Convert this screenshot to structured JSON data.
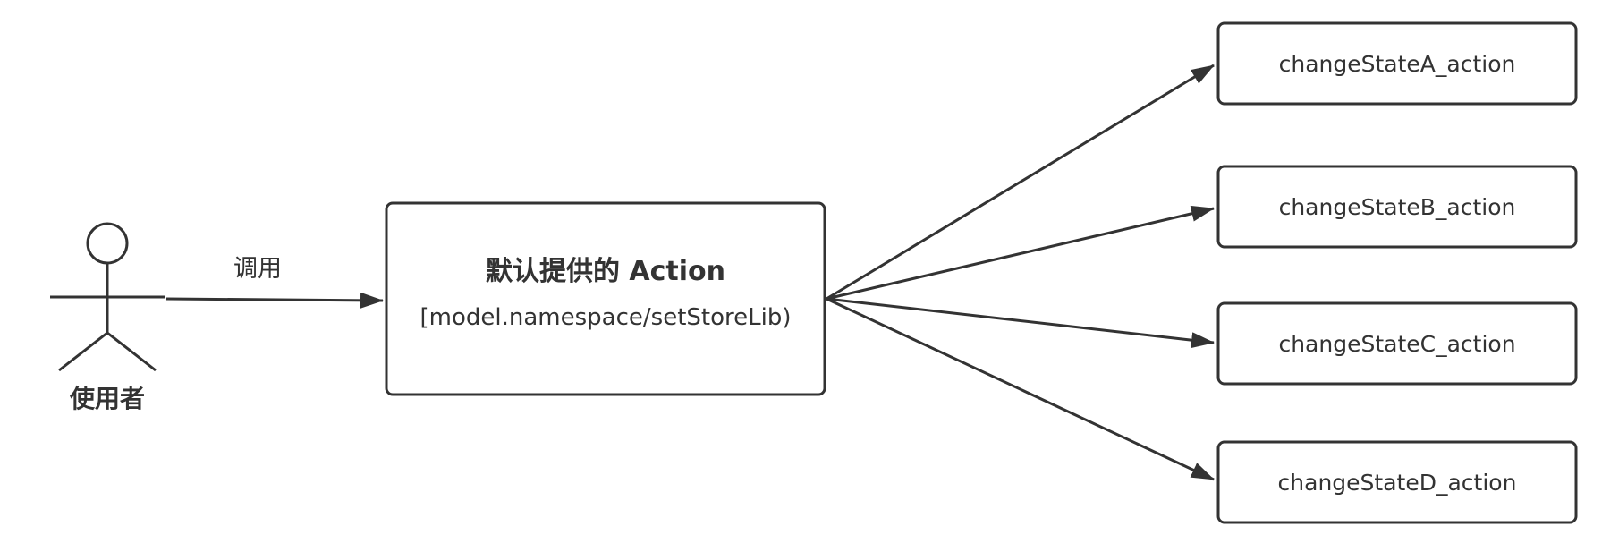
{
  "actor": {
    "label": "使用者"
  },
  "edge_call": {
    "label": "调用"
  },
  "main_box": {
    "title": "默认提供的 Action",
    "subtitle": "[model.namespace/setStoreLib)"
  },
  "targets": [
    {
      "label": "changeStateA_action"
    },
    {
      "label": "changeStateB_action"
    },
    {
      "label": "changeStateC_action"
    },
    {
      "label": "changeStateD_action"
    }
  ],
  "colors": {
    "stroke": "#333333",
    "text": "#333333",
    "background": "#ffffff"
  }
}
